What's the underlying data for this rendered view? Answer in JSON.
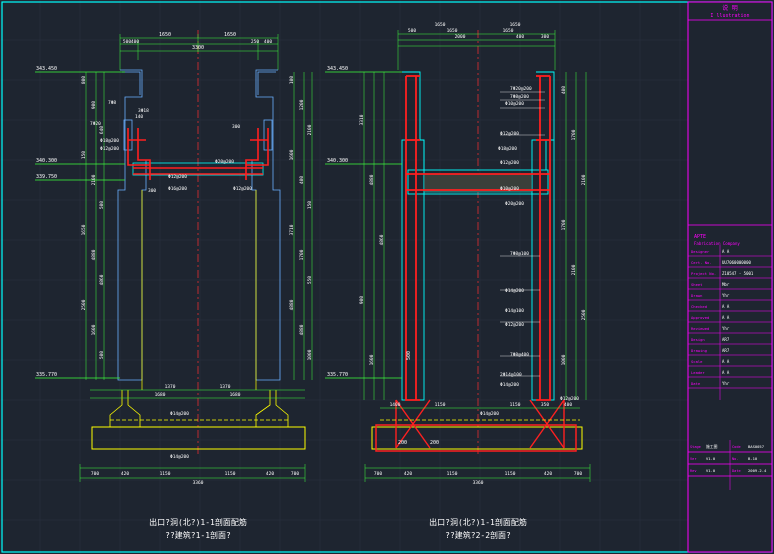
{
  "drawing": {
    "colors": {
      "background": "#1e2530",
      "border": "#00ffff",
      "title_block": "#ff00ff",
      "concrete": "#00ffff",
      "rebar": "#ff2020",
      "dimension": "#3cff3c",
      "center_line": "#ff3030",
      "text": "#ffffff",
      "footing": "#ffff00",
      "structure": "#6ab0ff"
    },
    "left": {
      "dims_top_1": [
        "500",
        "400",
        "250",
        "400"
      ],
      "dims_top_2": [
        "1650",
        "1650"
      ],
      "dims_top_3": "3300",
      "elevations": [
        "343.450",
        "340.300",
        "339.750",
        "335.770"
      ],
      "left_vertical_dims": [
        "800",
        "900",
        "640",
        "150",
        "2100",
        "500",
        "1650",
        "4880",
        "4860",
        "2500",
        "1600",
        "500"
      ],
      "right_vertical_dims": [
        "100",
        "1200",
        "2100",
        "1600",
        "400",
        "150",
        "3710",
        "1700",
        "550",
        "4880",
        "4880",
        "1000"
      ],
      "rebar_labels": [
        "7Φ8",
        "7Φ20",
        "Φ18@200",
        "Φ12@200",
        "Φ20@200",
        "Φ12@200",
        "Φ16@200",
        "Φ12@200",
        "Φ14@200",
        "Φ14@200"
      ],
      "inner_labels": [
        "140",
        "300",
        "3Φ18",
        "300"
      ],
      "bottom_dims_1": [
        "1370",
        "1370"
      ],
      "bottom_dims_2": [
        "1680",
        "1680"
      ],
      "bottom_dims_3": [
        "700",
        "420",
        "1150",
        "1150",
        "420",
        "700"
      ],
      "bottom_total": "3360",
      "title_line1": "出口?洞(北?)1-1剖面配筋",
      "title_line2": "??建筑?1-1剖面?"
    },
    "right": {
      "dims_top_1": [
        "500",
        "1650",
        "1650"
      ],
      "dims_top_2": [
        "2000",
        "400",
        "300"
      ],
      "dims_top_3": [
        "1650",
        "1650"
      ],
      "elevations": [
        "343.450",
        "340.300",
        "335.770"
      ],
      "left_vertical_dims": [
        "3310",
        "4880",
        "4860",
        "900",
        "1600"
      ],
      "right_vertical_dims": [
        "400",
        "1700",
        "2100",
        "1700",
        "2100",
        "2500",
        "1000"
      ],
      "rebar_labels": [
        "7Φ20@200",
        "7Φ8@200",
        "Φ10@200",
        "Φ12@200",
        "Φ18@200",
        "Φ12@200",
        "Φ10@200",
        "Φ20@200",
        "7Φ8@100",
        "Φ14@200",
        "Φ14@100",
        "Φ12@200",
        "7Φ8@400",
        "2Φ14@100",
        "Φ14@200",
        "Φ14@200",
        "Φ12@200"
      ],
      "inner_labels": [
        "500",
        "200",
        "200"
      ],
      "bottom_dims_1": [
        "1400",
        "1150",
        "1150",
        "350",
        "400"
      ],
      "bottom_dims_2": [
        "700",
        "420",
        "1150",
        "1150",
        "420",
        "700"
      ],
      "bottom_total": "3360",
      "title_line1": "出口?洞(北?)1-1剖面配筋",
      "title_line2": "??建筑?2-2剖面?"
    },
    "title_block": {
      "header": "说 明",
      "header_en": "I llustration",
      "company_cn": "APTE",
      "company_en": "Fabrication Company",
      "rows": [
        {
          "label": "Designer",
          "value": "А  А"
        },
        {
          "label": "Cert. No.",
          "value": "UU7060000000"
        },
        {
          "label": "Project No.",
          "value": "Z10547 - 5001"
        },
        {
          "label": "Sheet",
          "value": "Mbr"
        },
        {
          "label": "Drawn",
          "value": "Yhr"
        },
        {
          "label": "Checked",
          "value": "А  А"
        },
        {
          "label": "Approved",
          "value": "А  А"
        },
        {
          "label": "Reviewed",
          "value": "Yhr"
        },
        {
          "label": "Design",
          "value": "AR7"
        },
        {
          "label": "Drawing",
          "value": "AR7"
        },
        {
          "label": "Scale",
          "value": "А  А"
        },
        {
          "label": "Leader",
          "value": "А  А"
        },
        {
          "label": "Date",
          "value": "Yhr"
        }
      ],
      "footer": [
        {
          "label": "Stage",
          "value": "施工图"
        },
        {
          "label": "Code",
          "value": "BAS0057"
        },
        {
          "label": "Ver",
          "value": "V1.0"
        },
        {
          "label": "No.",
          "value": "B-10"
        },
        {
          "label": "Rev",
          "value": "V1.0"
        },
        {
          "label": "Date",
          "value": "2009.2.4"
        }
      ]
    }
  }
}
